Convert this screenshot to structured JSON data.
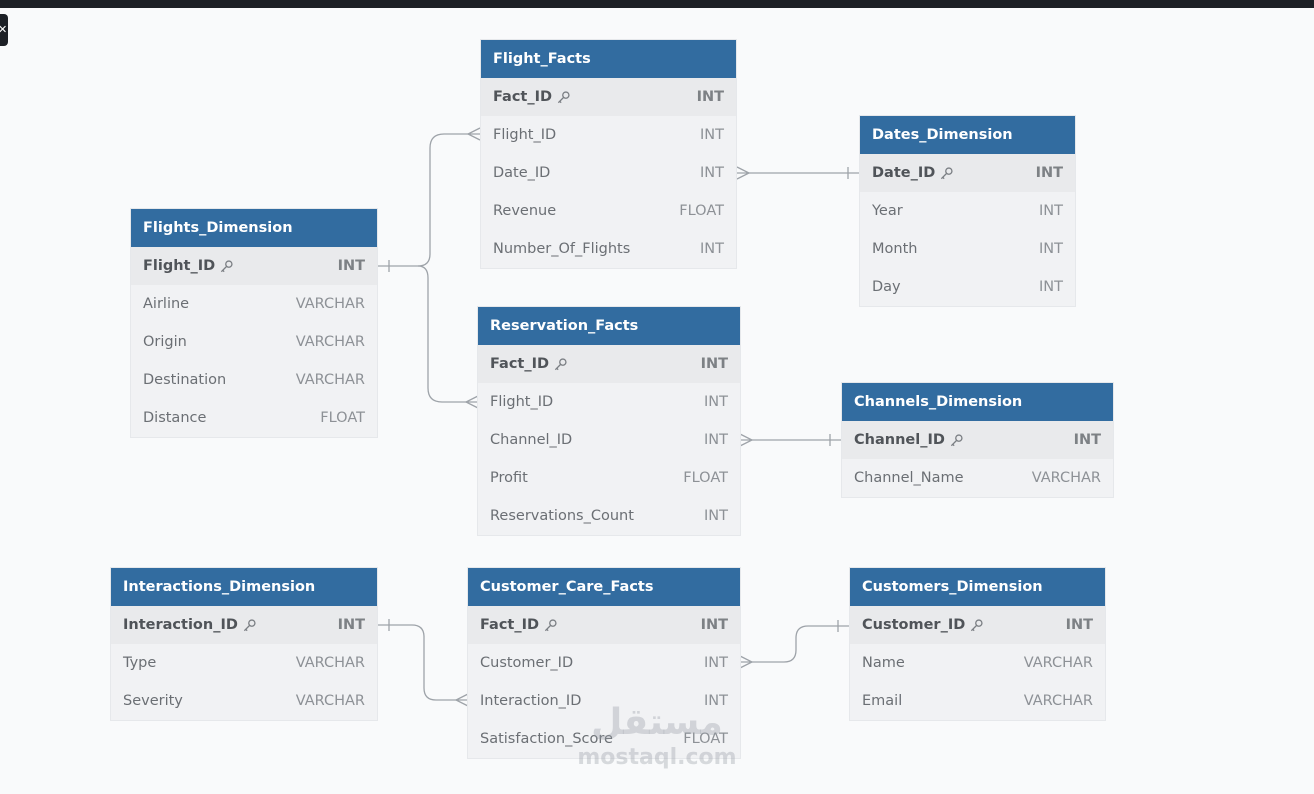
{
  "tables": [
    {
      "id": "flight_facts",
      "name": "Flight_Facts",
      "columns": [
        {
          "name": "Fact_ID",
          "type": "INT",
          "pk": true
        },
        {
          "name": "Flight_ID",
          "type": "INT"
        },
        {
          "name": "Date_ID",
          "type": "INT"
        },
        {
          "name": "Revenue",
          "type": "FLOAT"
        },
        {
          "name": "Number_Of_Flights",
          "type": "INT"
        }
      ]
    },
    {
      "id": "dates_dimension",
      "name": "Dates_Dimension",
      "columns": [
        {
          "name": "Date_ID",
          "type": "INT",
          "pk": true
        },
        {
          "name": "Year",
          "type": "INT"
        },
        {
          "name": "Month",
          "type": "INT"
        },
        {
          "name": "Day",
          "type": "INT"
        }
      ]
    },
    {
      "id": "flights_dimension",
      "name": "Flights_Dimension",
      "columns": [
        {
          "name": "Flight_ID",
          "type": "INT",
          "pk": true
        },
        {
          "name": "Airline",
          "type": "VARCHAR"
        },
        {
          "name": "Origin",
          "type": "VARCHAR"
        },
        {
          "name": "Destination",
          "type": "VARCHAR"
        },
        {
          "name": "Distance",
          "type": "FLOAT"
        }
      ]
    },
    {
      "id": "reservation_facts",
      "name": "Reservation_Facts",
      "columns": [
        {
          "name": "Fact_ID",
          "type": "INT",
          "pk": true
        },
        {
          "name": "Flight_ID",
          "type": "INT"
        },
        {
          "name": "Channel_ID",
          "type": "INT"
        },
        {
          "name": "Profit",
          "type": "FLOAT"
        },
        {
          "name": "Reservations_Count",
          "type": "INT"
        }
      ]
    },
    {
      "id": "channels_dimension",
      "name": "Channels_Dimension",
      "columns": [
        {
          "name": "Channel_ID",
          "type": "INT",
          "pk": true
        },
        {
          "name": "Channel_Name",
          "type": "VARCHAR"
        }
      ]
    },
    {
      "id": "interactions_dimension",
      "name": "Interactions_Dimension",
      "columns": [
        {
          "name": "Interaction_ID",
          "type": "INT",
          "pk": true
        },
        {
          "name": "Type",
          "type": "VARCHAR"
        },
        {
          "name": "Severity",
          "type": "VARCHAR"
        }
      ]
    },
    {
      "id": "customer_care_facts",
      "name": "Customer_Care_Facts",
      "columns": [
        {
          "name": "Fact_ID",
          "type": "INT",
          "pk": true
        },
        {
          "name": "Customer_ID",
          "type": "INT"
        },
        {
          "name": "Interaction_ID",
          "type": "INT"
        },
        {
          "name": "Satisfaction_Score",
          "type": "FLOAT"
        }
      ]
    },
    {
      "id": "customers_dimension",
      "name": "Customers_Dimension",
      "columns": [
        {
          "name": "Customer_ID",
          "type": "INT",
          "pk": true
        },
        {
          "name": "Name",
          "type": "VARCHAR"
        },
        {
          "name": "Email",
          "type": "VARCHAR"
        }
      ]
    }
  ],
  "relationships": [
    {
      "from": "flights_dimension.Flight_ID",
      "to": "flight_facts.Flight_ID",
      "type": "one-to-many"
    },
    {
      "from": "flights_dimension.Flight_ID",
      "to": "reservation_facts.Flight_ID",
      "type": "one-to-many"
    },
    {
      "from": "dates_dimension.Date_ID",
      "to": "flight_facts.Date_ID",
      "type": "one-to-many"
    },
    {
      "from": "channels_dimension.Channel_ID",
      "to": "reservation_facts.Channel_ID",
      "type": "one-to-many"
    },
    {
      "from": "interactions_dimension.Interaction_ID",
      "to": "customer_care_facts.Interaction_ID",
      "type": "one-to-many"
    },
    {
      "from": "customers_dimension.Customer_ID",
      "to": "customer_care_facts.Customer_ID",
      "type": "one-to-many"
    }
  ],
  "watermark": {
    "logo_text": "مستقل",
    "site": "mostaql.com"
  },
  "colors": {
    "header": "#326ca0",
    "line": "#9ea3a9",
    "canvas": "#f9fafb"
  },
  "icons": {
    "close": "close-icon",
    "primary_key": "key-icon"
  }
}
